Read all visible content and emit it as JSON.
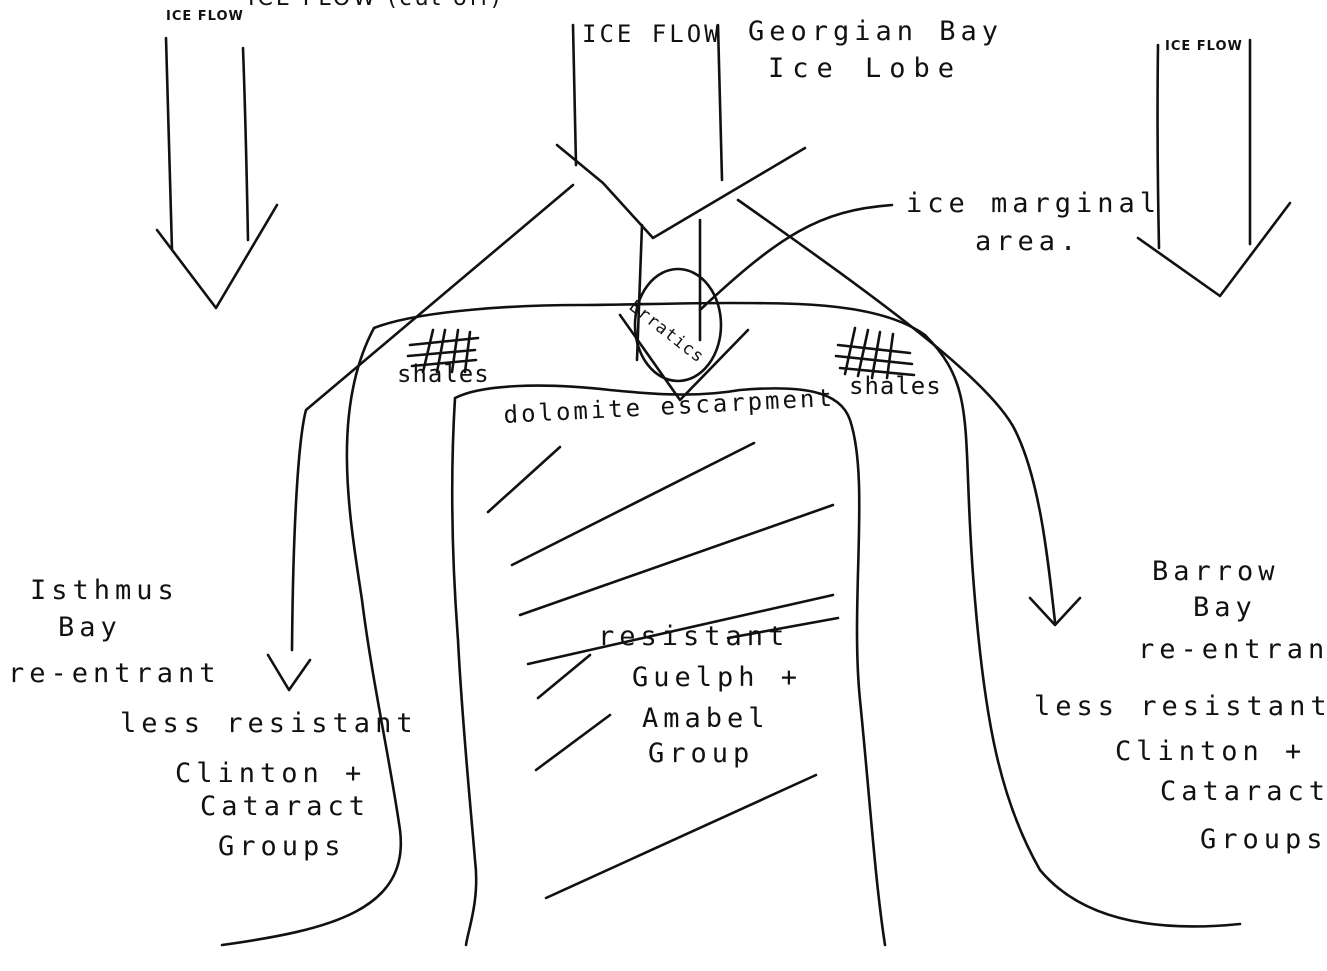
{
  "labels": {
    "top_cut": "ICE FLOW (cut off)",
    "ice_flow_left": "ICE FLOW",
    "ice_flow_center": "ICE FLOW",
    "ice_flow_right": "ICE FLOW",
    "georgian_bay": "Georgian Bay",
    "ice_lobe": "Ice Lobe",
    "ice_marginal": "ice marginal",
    "area": "area.",
    "erratics": "Erratics",
    "shales_left": "shales",
    "shales_right": "shales",
    "dolomite_escarpment": "dolomite escarpment",
    "isthmus": "Isthmus",
    "isthmus_bay": "Bay",
    "isthmus_reentrant": "re-entrant",
    "left_less_resistant": "less resistant",
    "left_clinton": "Clinton +",
    "left_cataract": "Cataract",
    "left_groups": "Groups",
    "resistant": "resistant",
    "guelph": "Guelph +",
    "amabel": "Amabel",
    "group": "Group",
    "barrow": "Barrow",
    "barrow_bay": "Bay",
    "barrow_reentrant": "re-entrant",
    "right_less_resistant": "less resistant",
    "right_clinton": "Clinton +",
    "right_cataract": "Cataract",
    "right_groups": "Groups"
  }
}
